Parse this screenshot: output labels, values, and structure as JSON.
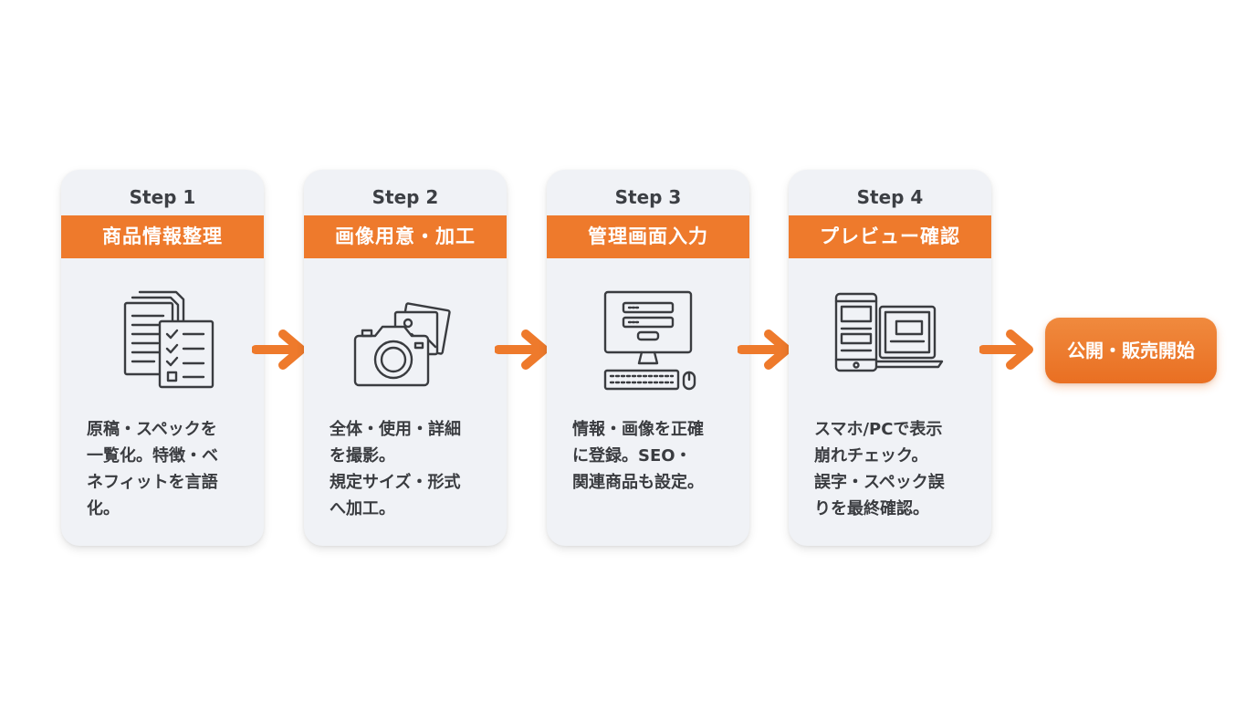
{
  "colors": {
    "accent": "#ee7a2c",
    "card_bg": "#f0f2f6",
    "text": "#3a3c40"
  },
  "steps": [
    {
      "label": "Step 1",
      "title": "商品情報整理",
      "icon": "documents-checklist-icon",
      "description": "原稿・スペックを\n一覧化。特徴・ベ\nネフィットを言語\n化。"
    },
    {
      "label": "Step 2",
      "title": "画像用意・加工",
      "icon": "camera-photos-icon",
      "description": "全体・使用・詳細\nを撮影。\n規定サイズ・形式\nへ加工。"
    },
    {
      "label": "Step 3",
      "title": "管理画面入力",
      "icon": "desktop-computer-icon",
      "description": "情報・画像を正確\nに登録。SEO・\n関連商品も設定。"
    },
    {
      "label": "Step 4",
      "title": "プレビュー確認",
      "icon": "phone-laptop-icon",
      "description": "スマホ/PCで表示\n崩れチェック。\n誤字・スペック誤\nりを最終確認。"
    }
  ],
  "final": {
    "label": "公開・販売開始"
  }
}
